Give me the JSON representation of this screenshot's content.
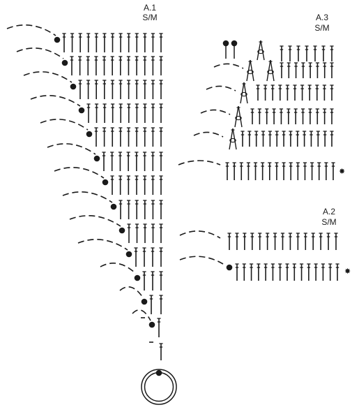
{
  "diagram": {
    "ink_color": "#1a1a1a",
    "marker_symbol": "✸",
    "charts": [
      {
        "id": "A1",
        "name": "A.1",
        "size": "S/M",
        "symbol": "concentric-rings-icon"
      },
      {
        "id": "A2",
        "name": "A.2",
        "size": "S/M"
      },
      {
        "id": "A3",
        "name": "A.3",
        "size": "S/M"
      }
    ],
    "symbols": [
      "treble-crochet",
      "slip-stitch",
      "chain-loop",
      "magic-ring",
      "treble-cluster",
      "chain"
    ]
  }
}
